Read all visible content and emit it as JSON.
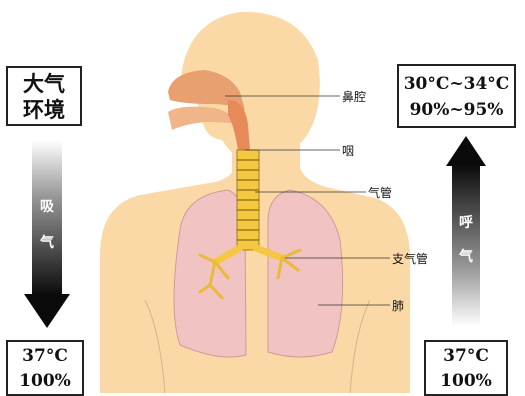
{
  "environment_box": {
    "line1": "大气",
    "line2": "环境"
  },
  "upper_airway_box": {
    "temperature": "30°C~34°C",
    "humidity": "90%~95%"
  },
  "lung_left_box": {
    "temperature": "37°C",
    "humidity": "100%"
  },
  "lung_right_box": {
    "temperature": "37°C",
    "humidity": "100%"
  },
  "inhale_arrow": {
    "char1": "吸",
    "char2": "气"
  },
  "exhale_arrow": {
    "char1": "呼",
    "char2": "气"
  },
  "organ_labels": {
    "nasal_cavity": "鼻腔",
    "pharynx": "咽",
    "trachea": "气管",
    "bronchus": "支气管",
    "lung": "肺"
  },
  "colors": {
    "skin": "#fbd9a6",
    "lung": "#f1c3c3",
    "trachea": "#f5c842",
    "nasal": "#e8a070",
    "arrow_dark": "#111111"
  }
}
